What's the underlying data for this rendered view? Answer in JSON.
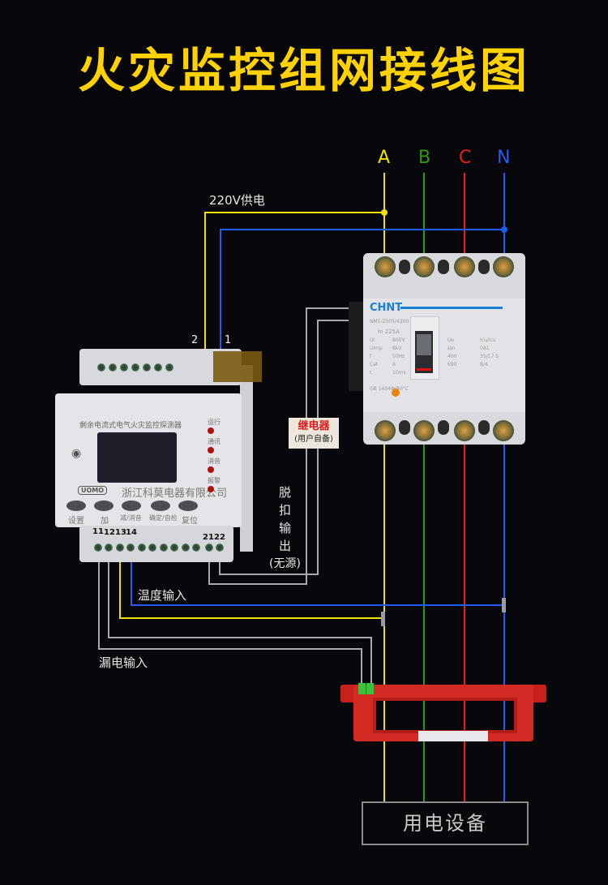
{
  "title": "火灾监控组网接线图",
  "phases": [
    {
      "label": "A",
      "color": "#f0e000"
    },
    {
      "label": "B",
      "color": "#2e9a18"
    },
    {
      "label": "C",
      "color": "#ee1c1c"
    },
    {
      "label": "N",
      "color": "#1f5cf0"
    }
  ],
  "supply_label": "220V供电",
  "monitor": {
    "power_terminals": [
      "2",
      "1"
    ],
    "device_title": "剩余电流式电气火灾监控探测器",
    "brand_logo": "UOMO",
    "company": "浙江科莫电器有限公司",
    "indicators": [
      "运行",
      "通讯",
      "消音",
      "报警"
    ],
    "buttons": [
      "设置",
      "加",
      "减/消音",
      "确定/自检",
      "复位"
    ],
    "terminal_numbers": [
      "11",
      "12",
      "13",
      "14",
      "21",
      "22"
    ]
  },
  "breaker": {
    "brand": "CHNT",
    "model": "NM1-250S/4300",
    "rating": "In 225A",
    "specs_left": [
      "Ui",
      "Uimp",
      "f",
      "Cat",
      "t"
    ],
    "specs_left_values": [
      "800V",
      "8kV",
      "50Hz",
      "A",
      "10ms"
    ],
    "specs_right": [
      "Ue",
      "I∆n",
      "400",
      "690"
    ],
    "specs_right_values": [
      "Icu/Ics",
      "0A1",
      "35/17.5",
      "8/4"
    ],
    "standard": "GB 14048.2",
    "temp": "+40°C"
  },
  "relay": {
    "label": "继电器",
    "note": "(用户自备)"
  },
  "trip_output": {
    "lines": [
      "脱",
      "扣",
      "输",
      "出"
    ],
    "note": "(无源)"
  },
  "temperature_input_label": "温度输入",
  "leakage_input_label": "漏电输入",
  "load_label": "用电设备",
  "colors": {
    "title": "#ffd200",
    "background": "#08080c",
    "wire_gray": "#a8a8b0"
  }
}
